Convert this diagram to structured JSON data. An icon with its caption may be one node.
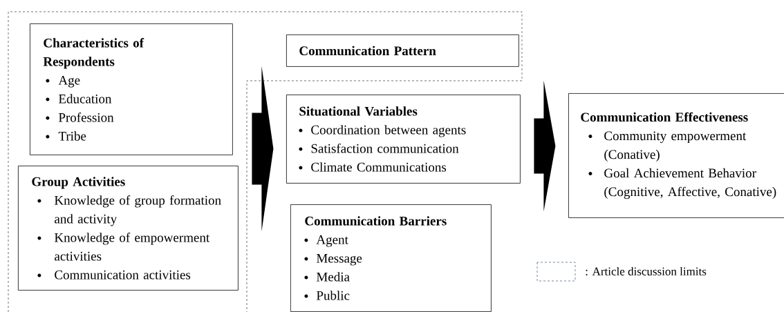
{
  "diagram": {
    "nodes": [
      {
        "text": [
          "Characteristics of Respondents",
          "Age",
          "Education",
          "Profession",
          "Tribe"
        ]
      },
      {
        "text": [
          "Group Activities",
          "Knowledge of group formation and activity",
          "Knowledge of empowerment activities",
          "Communication activities"
        ]
      },
      {
        "text": [
          "Communication Pattern"
        ]
      },
      {
        "text": [
          "Situational Variables",
          "Coordination between agents",
          "Satisfaction communication",
          "Climate Communications"
        ]
      },
      {
        "text": [
          "Communication Barriers",
          "Agent",
          "Message",
          "Media",
          "Public"
        ]
      },
      {
        "text": [
          "Communication Effectiveness",
          "Community empowerment (Conative)",
          "Goal Achievement Behavior (Cognitive, Affective, Conative)"
        ]
      }
    ],
    "edges": [
      {
        "from": 0,
        "to": 3,
        "arrow": "to"
      },
      {
        "from": 1,
        "to": 3,
        "arrow": "to"
      },
      {
        "from": 3,
        "to": 5,
        "arrow": "to"
      }
    ],
    "legend": [
      {
        "text": ": Article discussion limits"
      }
    ]
  }
}
